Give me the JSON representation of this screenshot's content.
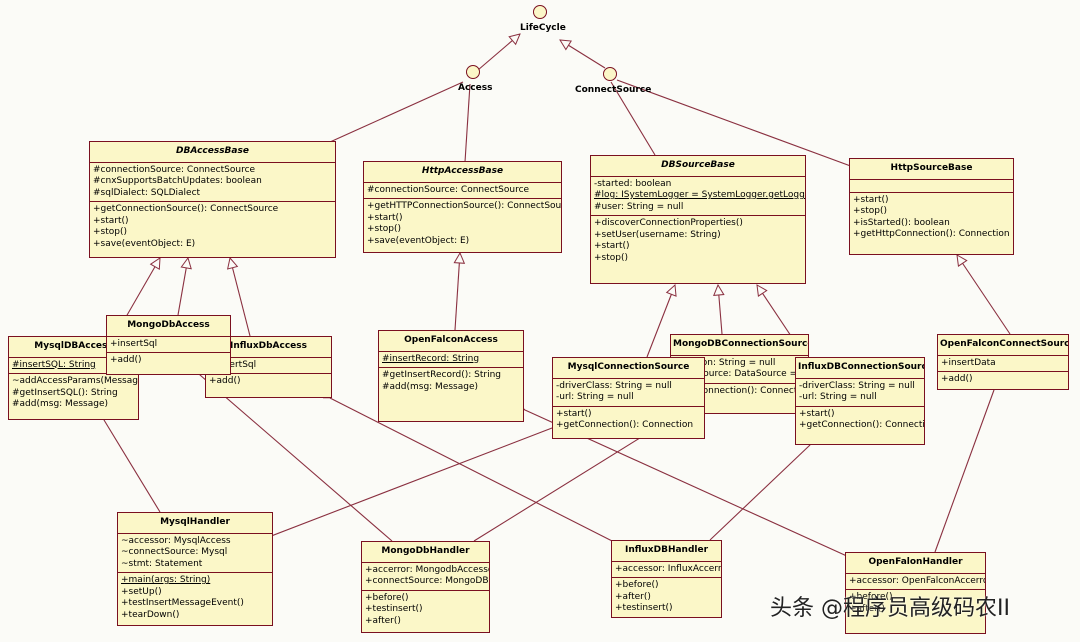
{
  "interfaces": {
    "lifecycle": "LifeCycle",
    "access": "Access",
    "connectsource": "ConnectSource"
  },
  "classes": {
    "dbaccessbase": {
      "name": "DBAccessBase",
      "attrs": [
        "#connectionSource: ConnectSource",
        "#cnxSupportsBatchUpdates: boolean",
        "#sqlDialect: SQLDialect"
      ],
      "ops": [
        "+getConnectionSource(): ConnectSource",
        "+start()",
        "+stop()",
        "+save(eventObject: E)"
      ]
    },
    "httpaccessbase": {
      "name": "HttpAccessBase",
      "attrs": [
        "#connectionSource: ConnectSource"
      ],
      "ops": [
        "+getHTTPConnectionSource(): ConnectSource",
        "+start()",
        "+stop()",
        "+save(eventObject: E)"
      ]
    },
    "dbsourcebase": {
      "name": "DBSourceBase",
      "attrs": [
        "-started: boolean",
        "#log: ISystemLogger = SystemLogger.getLogger",
        "#user: String = null"
      ],
      "ops": [
        "+discoverConnectionProperties()",
        "+setUser(username: String)",
        "+start()",
        "+stop()"
      ]
    },
    "httpsourcebase": {
      "name": "HttpSourceBase",
      "attrs": [],
      "ops": [
        "+start()",
        "+stop()",
        "+isStarted(): boolean",
        "+getHttpConnection(): Connection"
      ]
    },
    "mysqldbaccess": {
      "name": "MysqlDBAccess",
      "attrs": [
        "#insertSQL: String"
      ],
      "ops": [
        "~addAccessParams(Message)",
        "#getInsertSQL(): String",
        "#add(msg: Message)"
      ]
    },
    "mongodbaccess": {
      "name": "MongoDbAccess",
      "attrs": [
        "+insertSql"
      ],
      "ops": [
        "+add()"
      ]
    },
    "influxdbaccess": {
      "name": "InfluxDbAccess",
      "attrs": [
        "+insertSql"
      ],
      "ops": [
        "+add()"
      ]
    },
    "openfalconaccess": {
      "name": "OpenFalconAccess",
      "attrs": [
        "#insertRecord: String"
      ],
      "ops": [
        "#getInsertRecord(): String",
        "#add(msg: Message)"
      ]
    },
    "mongodbconnectionsource": {
      "name": "MongoDBConnectionSource",
      "attrs": [
        "-location: String = null",
        "-dataSource: DataSource = null"
      ],
      "ops": [
        "+getConnection(): Connection"
      ]
    },
    "mysqlconnectionsource": {
      "name": "MysqlConnectionSource",
      "attrs": [
        "-driverClass: String = null",
        "-url: String = null"
      ],
      "ops": [
        "+start()",
        "+getConnection(): Connection"
      ]
    },
    "influxdbconnectionsource": {
      "name": "InfluxDBConnectionSource",
      "attrs": [
        "-driverClass: String = null",
        "-url: String = null"
      ],
      "ops": [
        "+start()",
        "+getConnection(): Connection"
      ]
    },
    "openfalconconnectsource": {
      "name": "OpenFalconConnectSource",
      "attrs": [
        "+insertData"
      ],
      "ops": [
        "+add()"
      ]
    },
    "mysqlhandler": {
      "name": "MysqlHandler",
      "attrs": [
        "~accessor: MysqlAccess",
        "~connectSource: Mysql",
        "~stmt: Statement"
      ],
      "ops": [
        "+main(args: String)",
        "+setUp()",
        "+testInsertMessageEvent()",
        "+tearDown()"
      ]
    },
    "mongodbhandler": {
      "name": "MongoDbHandler",
      "attrs": [
        "+accerror: MongodbAccessor",
        "+connectSource: MongoDB"
      ],
      "ops": [
        "+before()",
        "+testinsert()",
        "+after()"
      ]
    },
    "influxdbhandler": {
      "name": "InfluxDBHandler",
      "attrs": [
        "+accessor: InfluxAccerror"
      ],
      "ops": [
        "+before()",
        "+after()",
        "+testinsert()"
      ]
    },
    "openfalonhandler": {
      "name": "OpenFalonHandler",
      "attrs": [
        "+accessor: OpenFalconAccerror"
      ],
      "ops": [
        "+before()",
        "+after()"
      ]
    }
  },
  "watermark": "头条 @程序员高级码农II",
  "colors": {
    "box_fill": "#fbf7c8",
    "border": "#7a1020",
    "line": "#8a3040"
  }
}
